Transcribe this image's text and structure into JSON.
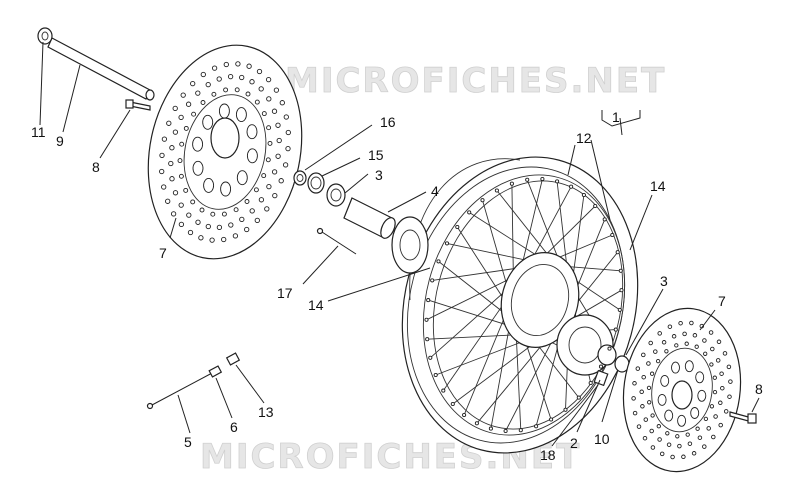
{
  "watermark": {
    "top": "MICROFICHES.NET",
    "bottom": "MICROFICHES.NET"
  },
  "callouts": {
    "c1": "1",
    "c2": "2",
    "c3a": "3",
    "c3b": "3",
    "c4": "4",
    "c5": "5",
    "c6": "6",
    "c7a": "7",
    "c7b": "7",
    "c8a": "8",
    "c8b": "8",
    "c9": "9",
    "c10": "10",
    "c11": "11",
    "c12": "12",
    "c13": "13",
    "c14a": "14",
    "c14b": "14",
    "c15": "15",
    "c16": "16",
    "c17": "17",
    "c18": "18"
  }
}
